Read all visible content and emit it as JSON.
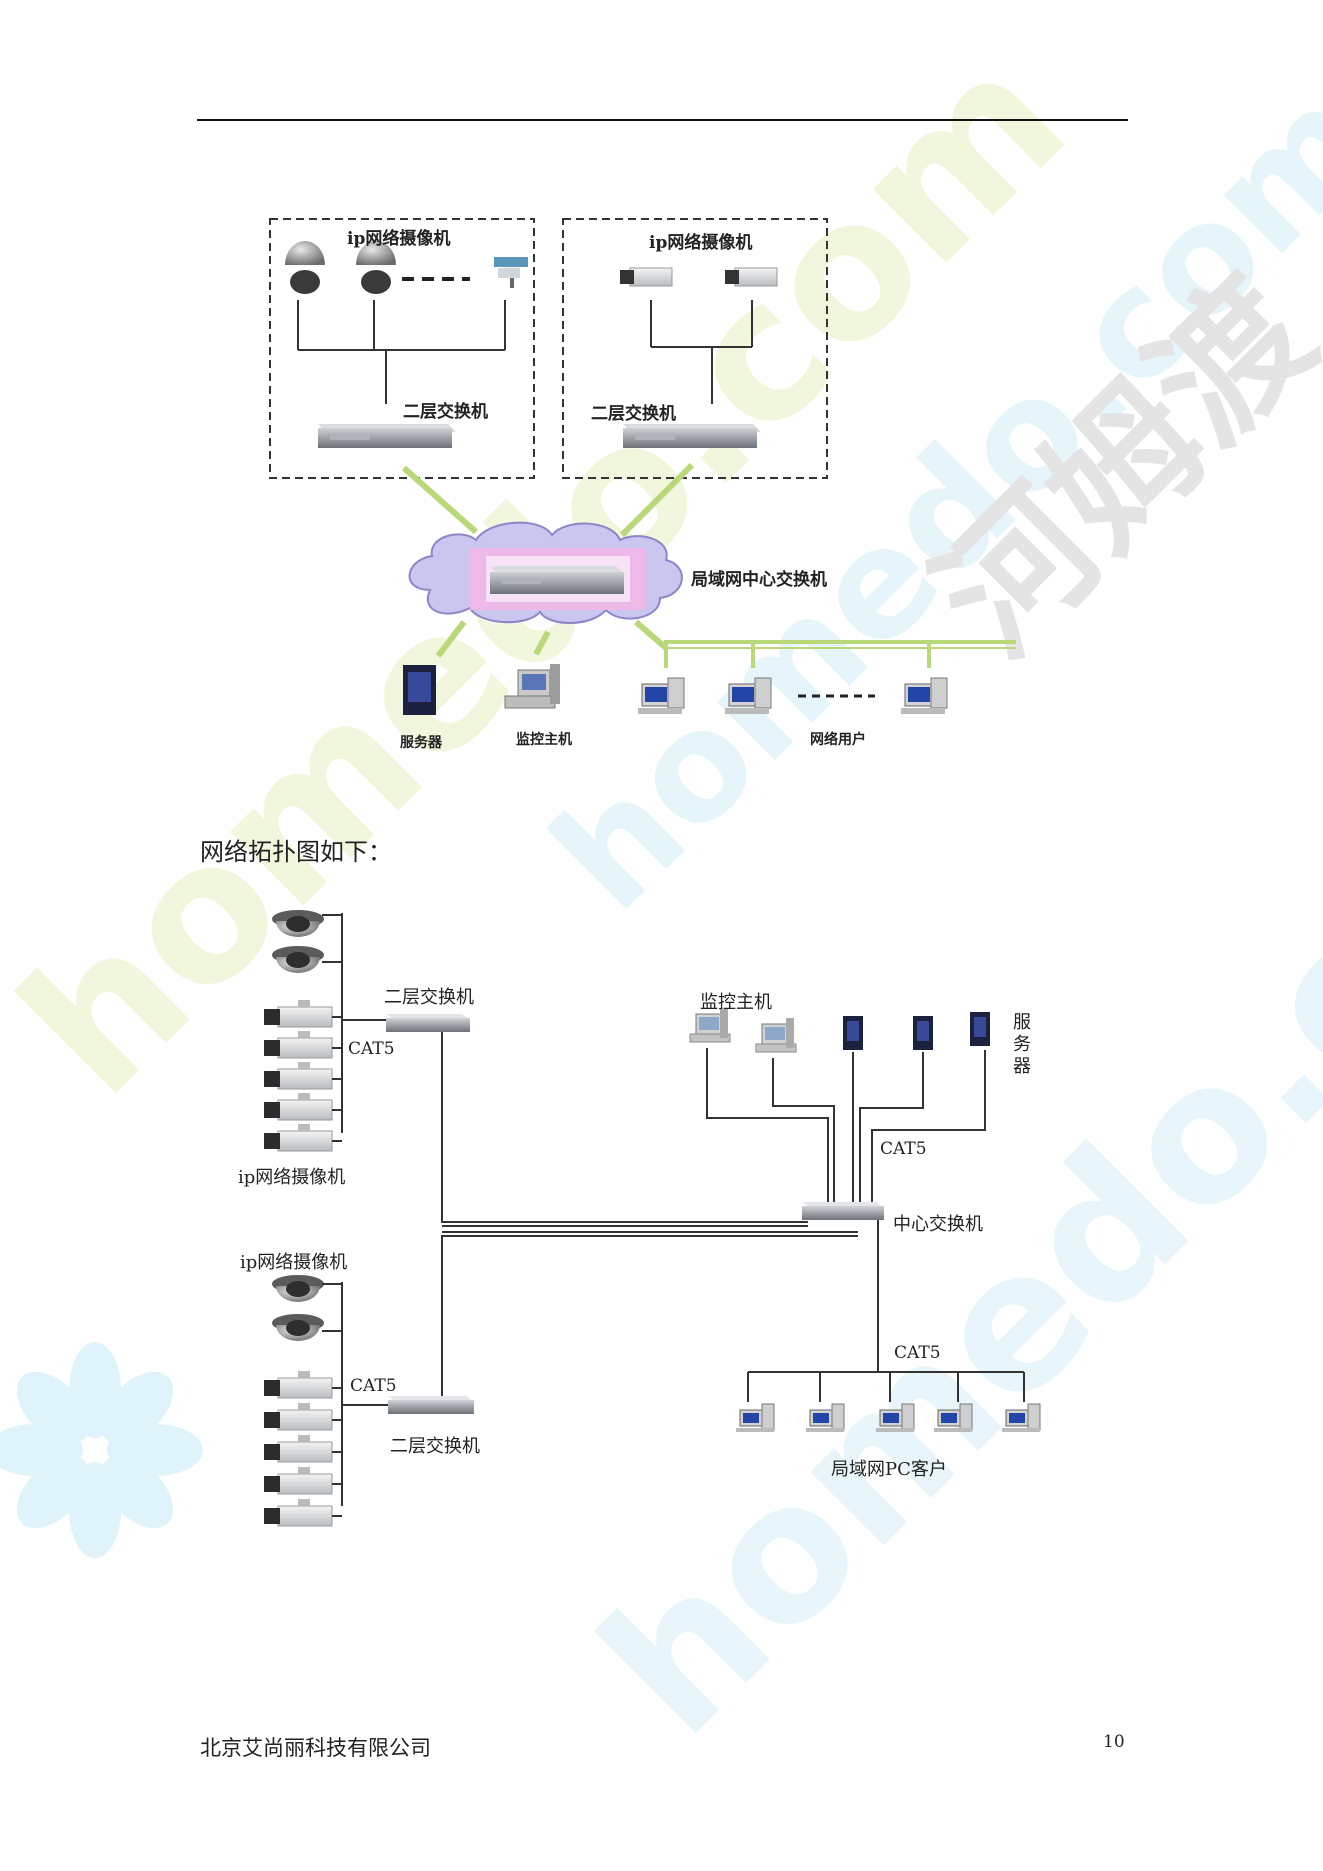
{
  "watermark": {
    "latin": "homedo.com",
    "cn": "河姆渡"
  },
  "top_diagram": {
    "group_left_title": "ip网络摄像机",
    "group_right_title": "ip网络摄像机",
    "switch_left": "二层交换机",
    "switch_right": "二层交换机",
    "core_switch": "局域网中心交换机",
    "server": "服务器",
    "monitor_host": "监控主机",
    "network_users": "网络用户"
  },
  "caption": "网络拓扑图如下：",
  "bottom_diagram": {
    "switch_top": "二层交换机",
    "switch_bottom": "二层交换机",
    "cat5_top_left": "CAT5",
    "cat5_bottom_left": "CAT5",
    "cat5_center": "CAT5",
    "cat5_lan": "CAT5",
    "cameras_top": "ip网络摄像机",
    "cameras_bottom": "ip网络摄像机",
    "monitor_host": "监控主机",
    "server_vertical": "服务器",
    "center_switch": "中心交换机",
    "lan_clients": "局域网PC客户"
  },
  "footer": {
    "company": "北京艾尚丽科技有限公司",
    "page_number": "10"
  },
  "colors": {
    "link_green": "#b9d87a",
    "cloud_fill": "#c9c6f0",
    "cloud_highlight": "#f3b6e8",
    "watermark_green": "#f1f7dc",
    "watermark_cyan": "#def3fa",
    "watermark_gray": "#e2e2e2"
  }
}
